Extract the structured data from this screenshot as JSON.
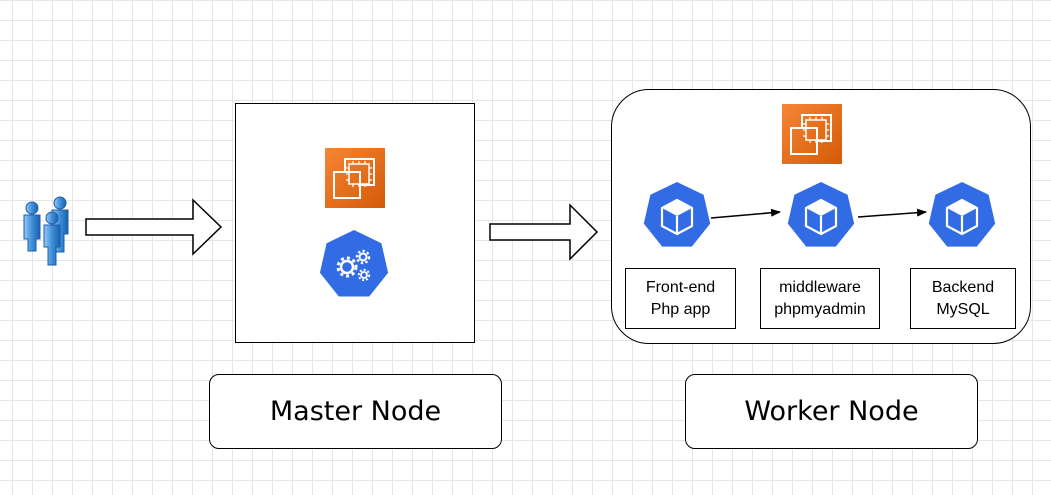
{
  "diagram": {
    "master_node": {
      "label": "Master Node"
    },
    "worker_node": {
      "label": "Worker Node",
      "services": [
        {
          "line1": "Front-end",
          "line2": "Php app"
        },
        {
          "line1": "middleware",
          "line2": "phpmyadmin"
        },
        {
          "line1": "Backend",
          "line2": "MySQL"
        }
      ]
    },
    "icons": {
      "users": "users-icon",
      "compute": "ec2-instance-icon",
      "control_plane": "kubernetes-control-plane-icon",
      "pod": "kubernetes-pod-icon"
    },
    "colors": {
      "ec2_orange_light": "#F58536",
      "ec2_orange_dark": "#D45B07",
      "kubernetes_blue": "#326CE5",
      "users_blue": "#3D8FDB",
      "grid": "#E6E6E6"
    }
  }
}
